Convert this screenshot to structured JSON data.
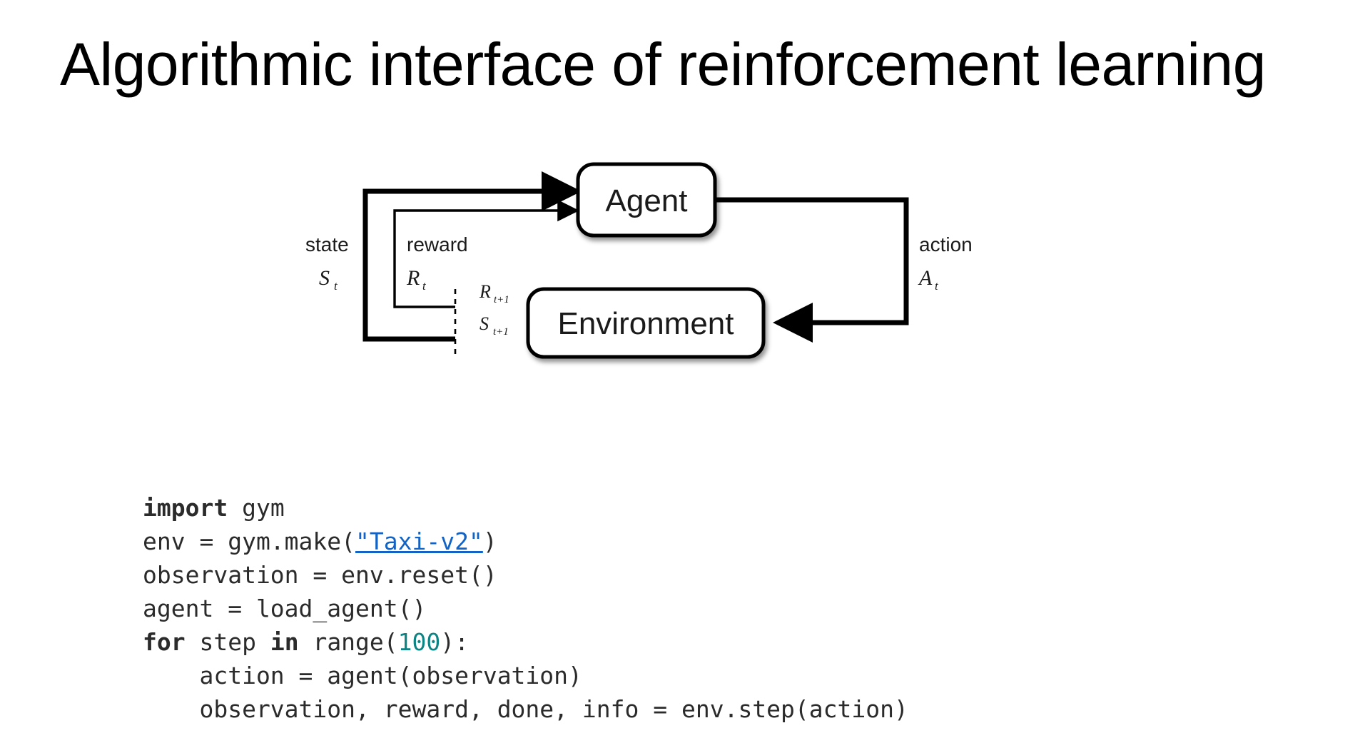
{
  "slide": {
    "title": "Algorithmic interface of reinforcement learning",
    "background_color": "#ffffff",
    "text_color": "#000000"
  },
  "diagram": {
    "name": "agent-environment-interaction-loop",
    "type": "block-flow",
    "nodes": [
      {
        "id": "agent",
        "label": "Agent"
      },
      {
        "id": "environment",
        "label": "Environment"
      }
    ],
    "edges": [
      {
        "id": "state-in",
        "from": "environment",
        "to": "agent",
        "weight": "thick",
        "labels": [
          "state",
          "S",
          "t"
        ]
      },
      {
        "id": "reward-in",
        "from": "environment",
        "to": "agent",
        "weight": "thin",
        "labels": [
          "reward",
          "R",
          "t"
        ]
      },
      {
        "id": "action-out",
        "from": "agent",
        "to": "environment",
        "weight": "thick",
        "labels": [
          "action",
          "A",
          "t"
        ]
      }
    ],
    "labels": {
      "state": "state",
      "state_symbol": "S",
      "state_subscript": "t",
      "reward": "reward",
      "reward_symbol": "R",
      "reward_subscript": "t",
      "action": "action",
      "action_symbol": "A",
      "action_subscript": "t",
      "reward_next_symbol": "R",
      "reward_next_subscript": "t+1",
      "state_next_symbol": "S",
      "state_next_subscript": "t+1"
    },
    "stroke_color": "#000000"
  },
  "code": {
    "language": "python",
    "link_color": "#1263c4",
    "number_color": "#0d8484",
    "text_color": "#2b2b2b",
    "lines": [
      {
        "id": "line-1",
        "tokens": [
          {
            "t": "import",
            "k": "kw"
          },
          {
            "t": " gym",
            "k": "txt"
          }
        ]
      },
      {
        "id": "line-2",
        "tokens": [
          {
            "t": "env = gym.make(",
            "k": "txt"
          },
          {
            "t": "\"Taxi-v2\"",
            "k": "link"
          },
          {
            "t": ")",
            "k": "txt"
          }
        ]
      },
      {
        "id": "line-3",
        "tokens": [
          {
            "t": "observation = env.reset()",
            "k": "txt"
          }
        ]
      },
      {
        "id": "line-4",
        "tokens": [
          {
            "t": "agent = load_agent()",
            "k": "txt"
          }
        ]
      },
      {
        "id": "line-5",
        "tokens": [
          {
            "t": "for",
            "k": "kw"
          },
          {
            "t": " step ",
            "k": "txt"
          },
          {
            "t": "in",
            "k": "kw"
          },
          {
            "t": " range(",
            "k": "txt"
          },
          {
            "t": "100",
            "k": "num"
          },
          {
            "t": "):",
            "k": "txt"
          }
        ]
      },
      {
        "id": "line-6",
        "tokens": [
          {
            "t": "    action = agent(observation)",
            "k": "txt"
          }
        ]
      },
      {
        "id": "line-7",
        "tokens": [
          {
            "t": "    observation, reward, done, info = env.step(action)",
            "k": "txt"
          }
        ]
      }
    ]
  }
}
